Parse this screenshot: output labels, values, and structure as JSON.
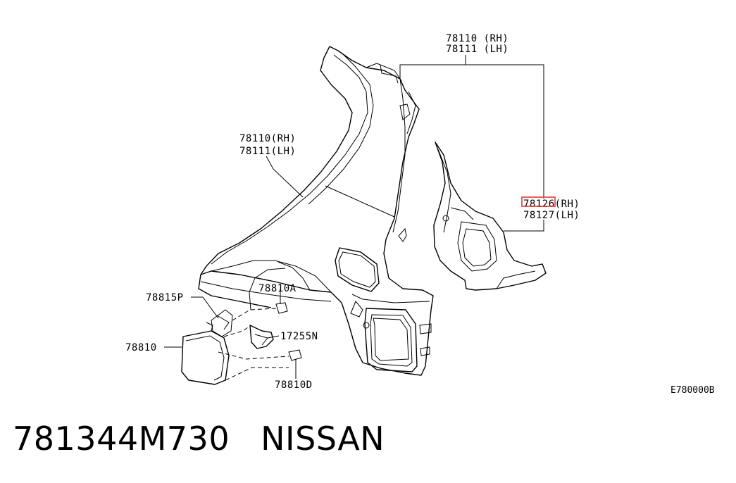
{
  "callouts": {
    "top_rh": "78110 (RH)",
    "top_lh": "78111 (LH)",
    "mid_rh": "78110(RH)",
    "mid_lh": "78111(LH)",
    "right_rh": "78126(RH)",
    "right_lh": "78127(LH)",
    "p78815p": "78815P",
    "p78810a": "78810A",
    "p17255n": "17255N",
    "p78810": "78810",
    "p78810d": "78810D"
  },
  "diagram_code": "E780000B",
  "highlight_color": "#e53935",
  "caption": {
    "part_number": "781344M730",
    "brand": "NISSAN"
  }
}
